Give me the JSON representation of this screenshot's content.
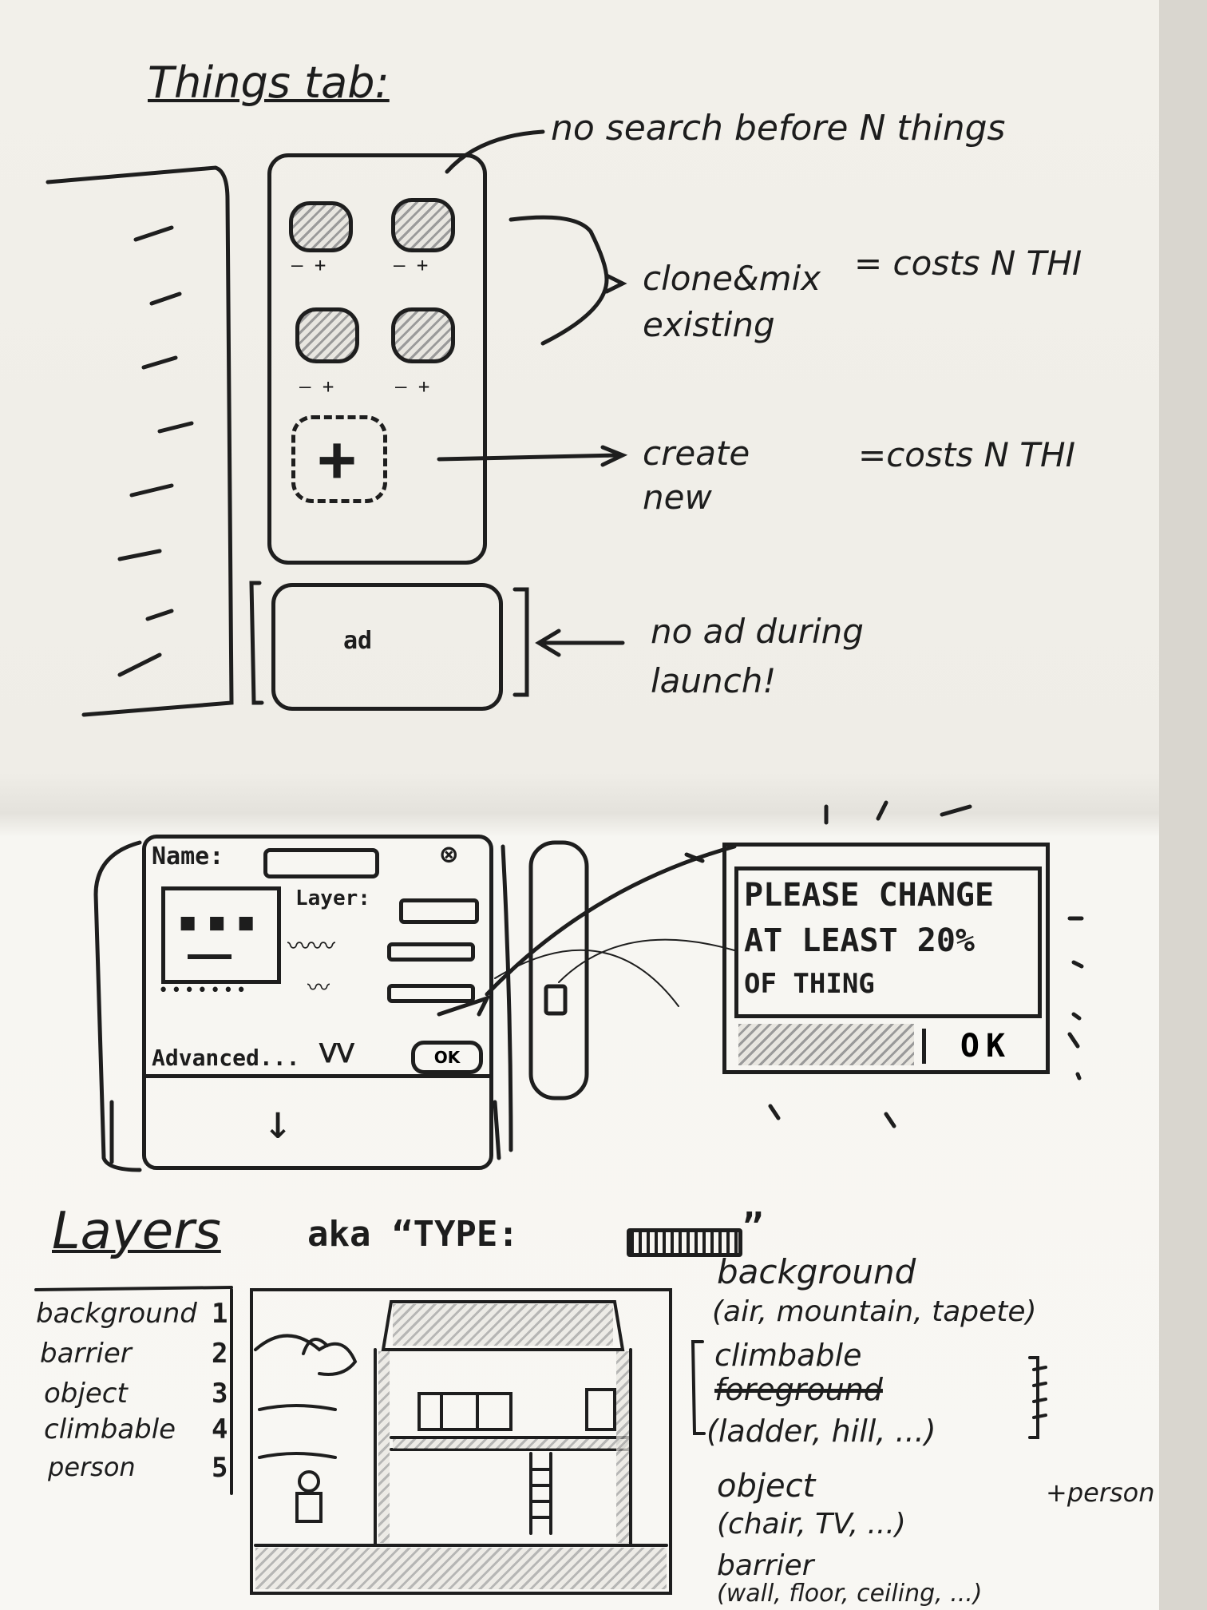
{
  "things_tab": {
    "title": "Things tab:",
    "annotation_search": "no search before N things",
    "annotation_clone": "clone&mix existing",
    "annotation_clone_cost": "= costs N THI",
    "annotation_create": "create new",
    "annotation_create_cost": "=costs N THI",
    "ad_label": "ad",
    "annotation_ad": "no ad during launch!",
    "add_glyph": "+",
    "item_caption": "— +"
  },
  "editor_dialog": {
    "name_label": "Name:",
    "layer_label": "Layer:",
    "advanced_label": "Advanced...",
    "ok_label": "OK",
    "down_arrow": "↓"
  },
  "alert_dialog": {
    "message_line1": "PLEASE CHANGE",
    "message_line2": "AT LEAST 20%",
    "message_line3": "OF THING",
    "ok_label": "OK"
  },
  "layers_section": {
    "title": "Layers",
    "aka_text": "aka “TYPE:",
    "aka_close": "”",
    "list": [
      {
        "name": "background",
        "num": "1"
      },
      {
        "name": "barrier",
        "num": "2"
      },
      {
        "name": "object",
        "num": "3"
      },
      {
        "name": "climbable",
        "num": "4"
      },
      {
        "name": "person",
        "num": "5"
      }
    ],
    "notes": {
      "background": "background",
      "background_examples": "(air, mountain, tapete)",
      "climbable": "climbable",
      "foreground_struck": "foreground",
      "climbable_examples": "(ladder, hill, ...)",
      "object": "object",
      "person_plus": "+person",
      "object_examples": "(chair, TV, ...)",
      "barrier": "barrier",
      "barrier_examples": "(wall, floor, ceiling, ...)"
    }
  }
}
